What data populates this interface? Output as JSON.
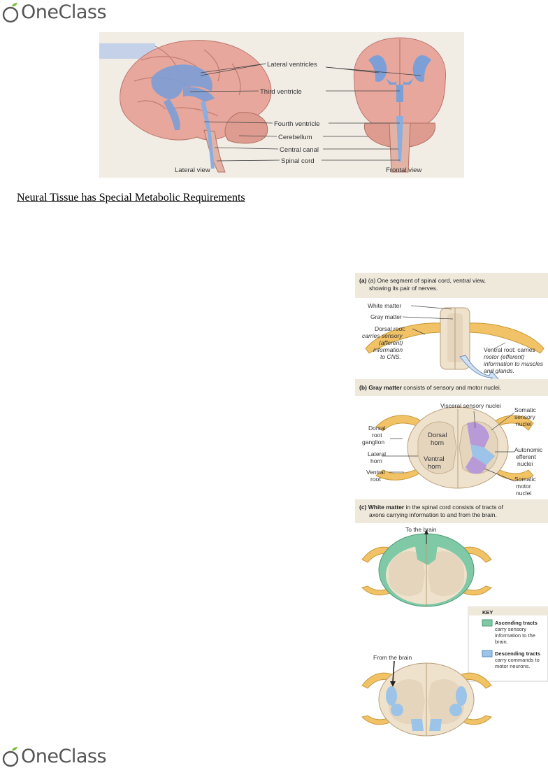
{
  "logo": {
    "text": "OneClass"
  },
  "heading": "Neural Tissue has Special Metabolic Requirements",
  "brain_figure": {
    "labels": {
      "lateral_ventricles": "Lateral ventricles",
      "third_ventricle": "Third ventricle",
      "fourth_ventricle": "Fourth ventricle",
      "cerebellum": "Cerebellum",
      "central_canal": "Central canal",
      "spinal_cord": "Spinal cord",
      "lateral_view": "Lateral view",
      "frontal_view": "Frontal view"
    }
  },
  "spinal_figure": {
    "a": {
      "caption_1": "(a) One segment of spinal cord, ventral view,",
      "caption_2": "showing its pair of nerves.",
      "white_matter": "White matter",
      "gray_matter": "Gray matter",
      "dorsal_root_1": "Dorsal root:",
      "dorsal_root_2": "carries sensory",
      "dorsal_root_3": "(afferent)",
      "dorsal_root_4": "information",
      "dorsal_root_5": "to CNS.",
      "ventral_root_1": "Ventral root: carries",
      "ventral_root_2": "motor (efferent)",
      "ventral_root_3": "information to muscles",
      "ventral_root_4": "and glands."
    },
    "b": {
      "caption_bold": "(b) Gray matter",
      "caption_rest": " consists of sensory and motor nuclei.",
      "visceral_sensory": "Visceral sensory nuclei",
      "somatic_sensory_1": "Somatic",
      "somatic_sensory_2": "sensory",
      "somatic_sensory_3": "nuclei",
      "dorsal_root_ganglion_1": "Dorsal",
      "dorsal_root_ganglion_2": "root",
      "dorsal_root_ganglion_3": "ganglion",
      "dorsal_horn_1": "Dorsal",
      "dorsal_horn_2": "horn",
      "autonomic_1": "Autonomic",
      "autonomic_2": "efferent",
      "autonomic_3": "nuclei",
      "lateral_horn_1": "Lateral",
      "lateral_horn_2": "horn",
      "ventral_horn_1": "Ventral",
      "ventral_horn_2": "horn",
      "ventral_root_1": "Ventral",
      "ventral_root_2": "root",
      "somatic_motor_1": "Somatic",
      "somatic_motor_2": "motor",
      "somatic_motor_3": "nuclei"
    },
    "c": {
      "caption_bold": "(c) White matter",
      "caption_rest": " in the spinal cord consists of tracts of",
      "caption_2": "axons carrying information to and from the brain.",
      "to_brain": "To the brain",
      "from_brain": "From the brain",
      "key_title": "KEY",
      "ascending_title": "Ascending tracts",
      "ascending_1": "carry sensory",
      "ascending_2": "information to the",
      "ascending_3": "brain.",
      "descending_title": "Descending tracts",
      "descending_1": "carry commands to",
      "descending_2": "motor neurons."
    }
  },
  "colors": {
    "brain_pink": "#e8a79c",
    "ventricle_blue": "#7b9fd6",
    "nerve_yellow": "#f2c266",
    "gray_matter": "#e6d5bd",
    "ascending": "#7fc9a6",
    "descending": "#9cc3e8",
    "purple": "#b89ad8"
  }
}
